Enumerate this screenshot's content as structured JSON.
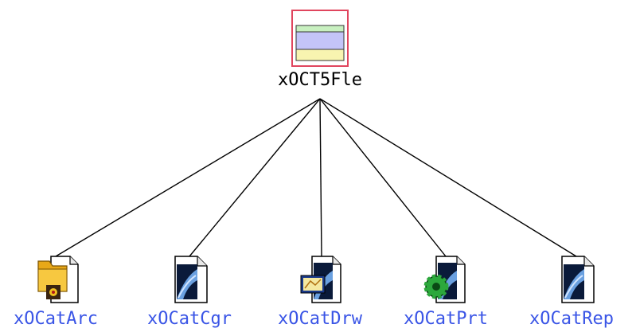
{
  "colors": {
    "link_line": "#000000",
    "root_label": "#000000",
    "child_label": "#3a55e6",
    "root_frame": "#e0455e",
    "table_green": "#c8f0c0",
    "table_blue": "#c4c4f8",
    "table_yellow": "#f8f4b0"
  },
  "root": {
    "label": "xOCT5Fle",
    "icon": "table-file-icon"
  },
  "children": [
    {
      "label": "xOCatArc",
      "icon": "archive-folder-icon"
    },
    {
      "label": "xOCatCgr",
      "icon": "galaxy-document-icon"
    },
    {
      "label": "xOCatDrw",
      "icon": "drawing-document-icon"
    },
    {
      "label": "xOCatPrt",
      "icon": "gear-document-icon"
    },
    {
      "label": "xOCatRep",
      "icon": "galaxy-document-icon"
    }
  ]
}
